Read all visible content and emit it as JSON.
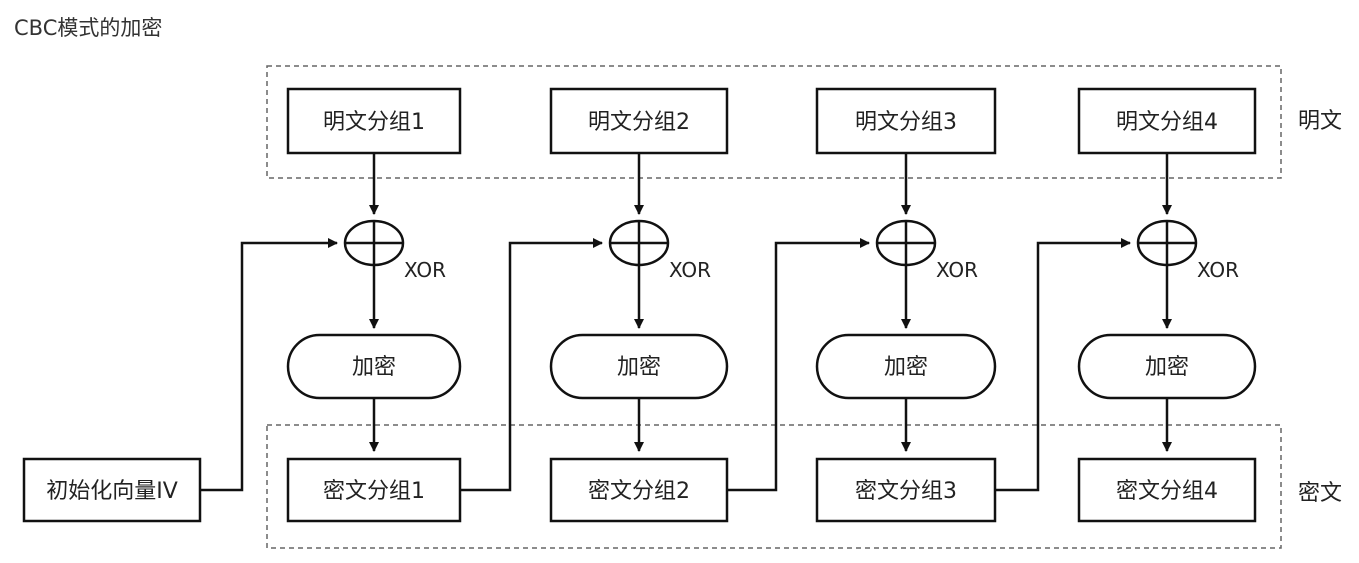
{
  "title": "CBC模式的加密",
  "legend": {
    "plaintext": "明文",
    "ciphertext": "密文"
  },
  "iv_label": "初始化向量IV",
  "xor_label": "XOR",
  "encrypt_label": "加密",
  "blocks": [
    {
      "plain": "明文分组1",
      "cipher": "密文分组1"
    },
    {
      "plain": "明文分组2",
      "cipher": "密文分组2"
    },
    {
      "plain": "明文分组3",
      "cipher": "密文分组3"
    },
    {
      "plain": "明文分组4",
      "cipher": "密文分组4"
    }
  ]
}
